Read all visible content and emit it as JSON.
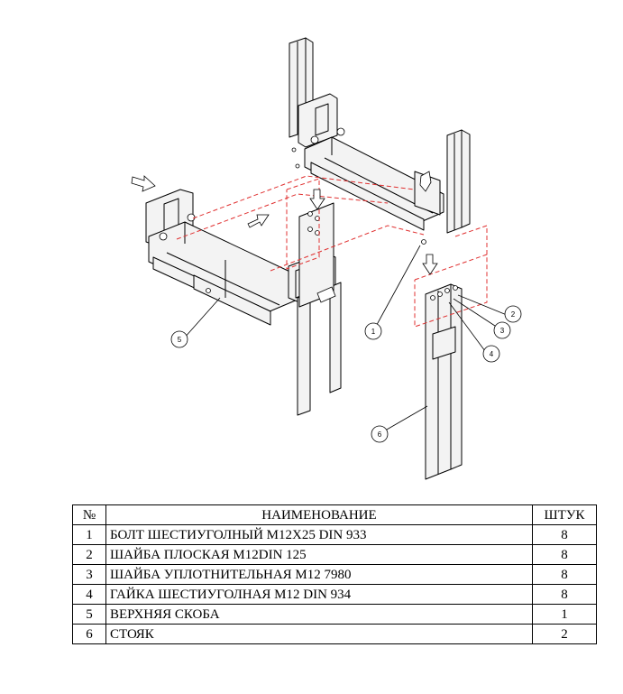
{
  "table": {
    "headers": {
      "num": "№",
      "name": "НАИМЕНОВАНИЕ",
      "qty": "ШТУК"
    },
    "rows": [
      {
        "num": "1",
        "name": "БОЛТ ШЕСТИУГОЛНЫЙ  М12Х25 DIN 933",
        "qty": "8"
      },
      {
        "num": "2",
        "name": "ШАЙБА ПЛОСКАЯ М12DIN 125",
        "qty": "8"
      },
      {
        "num": "3",
        "name": "ШАЙБА УПЛОТНИТЕЛЬНАЯ  М12 7980",
        "qty": "8"
      },
      {
        "num": "4",
        "name": "ГАЙКА ШЕСТИУГОЛНАЯ М12 DIN 934",
        "qty": "8"
      },
      {
        "num": "5",
        "name": "ВЕРХНЯЯ СКОБА",
        "qty": "1"
      },
      {
        "num": "6",
        "name": "СТОЯК",
        "qty": "2"
      }
    ]
  },
  "callouts": [
    "1",
    "2",
    "3",
    "4",
    "5",
    "6"
  ],
  "colors": {
    "line": "#000000",
    "dash": "#e03030",
    "fill": "#f2f2f2"
  }
}
